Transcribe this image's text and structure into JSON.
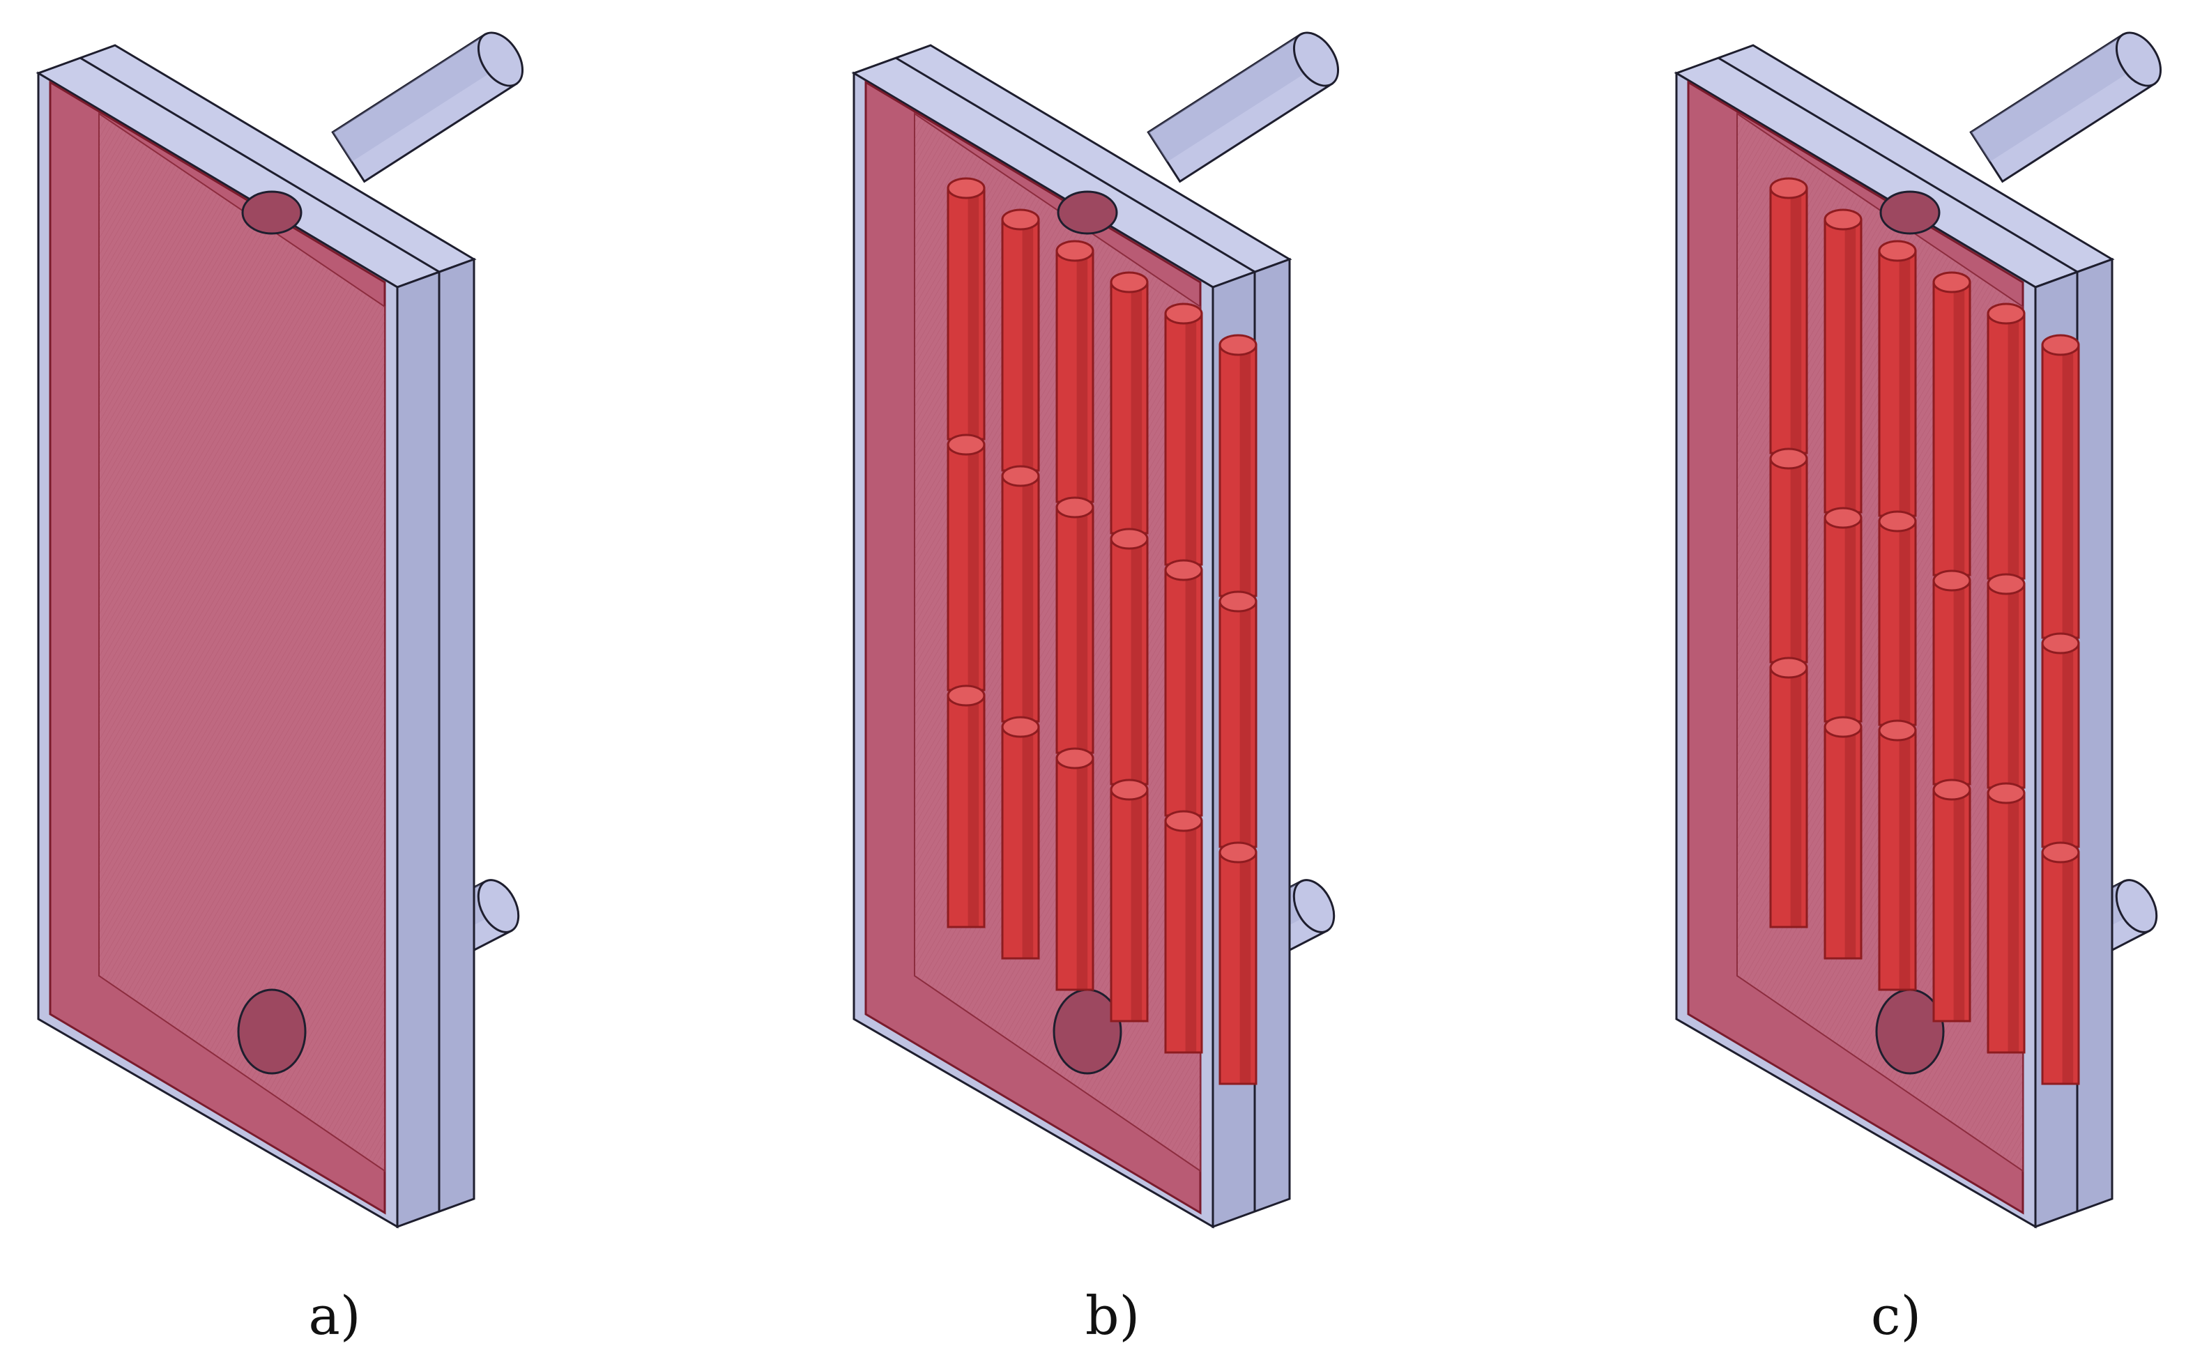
{
  "panels": [
    {
      "id": "a",
      "label": "a)",
      "insert": "none"
    },
    {
      "id": "b",
      "label": "b)",
      "insert": "aligned-fins"
    },
    {
      "id": "c",
      "label": "c)",
      "insert": "staggered-fins"
    }
  ],
  "colors": {
    "housing": "#c9cdea",
    "housing_front": "#bfc3e2",
    "housing_side": "#a9aed3",
    "edge": "#1e1e2e",
    "cavity_fill": "#c06a82",
    "cavity_wall": "#b95b74",
    "fin_red": "#d43a3d",
    "fin_dark": "#8e1c20",
    "pipe": "#c2c6e6",
    "pipe_dark": "#9ea3cc"
  },
  "icons": {
    "pipe": "cylinder-pipe-icon",
    "fin": "fin-tube-icon"
  }
}
